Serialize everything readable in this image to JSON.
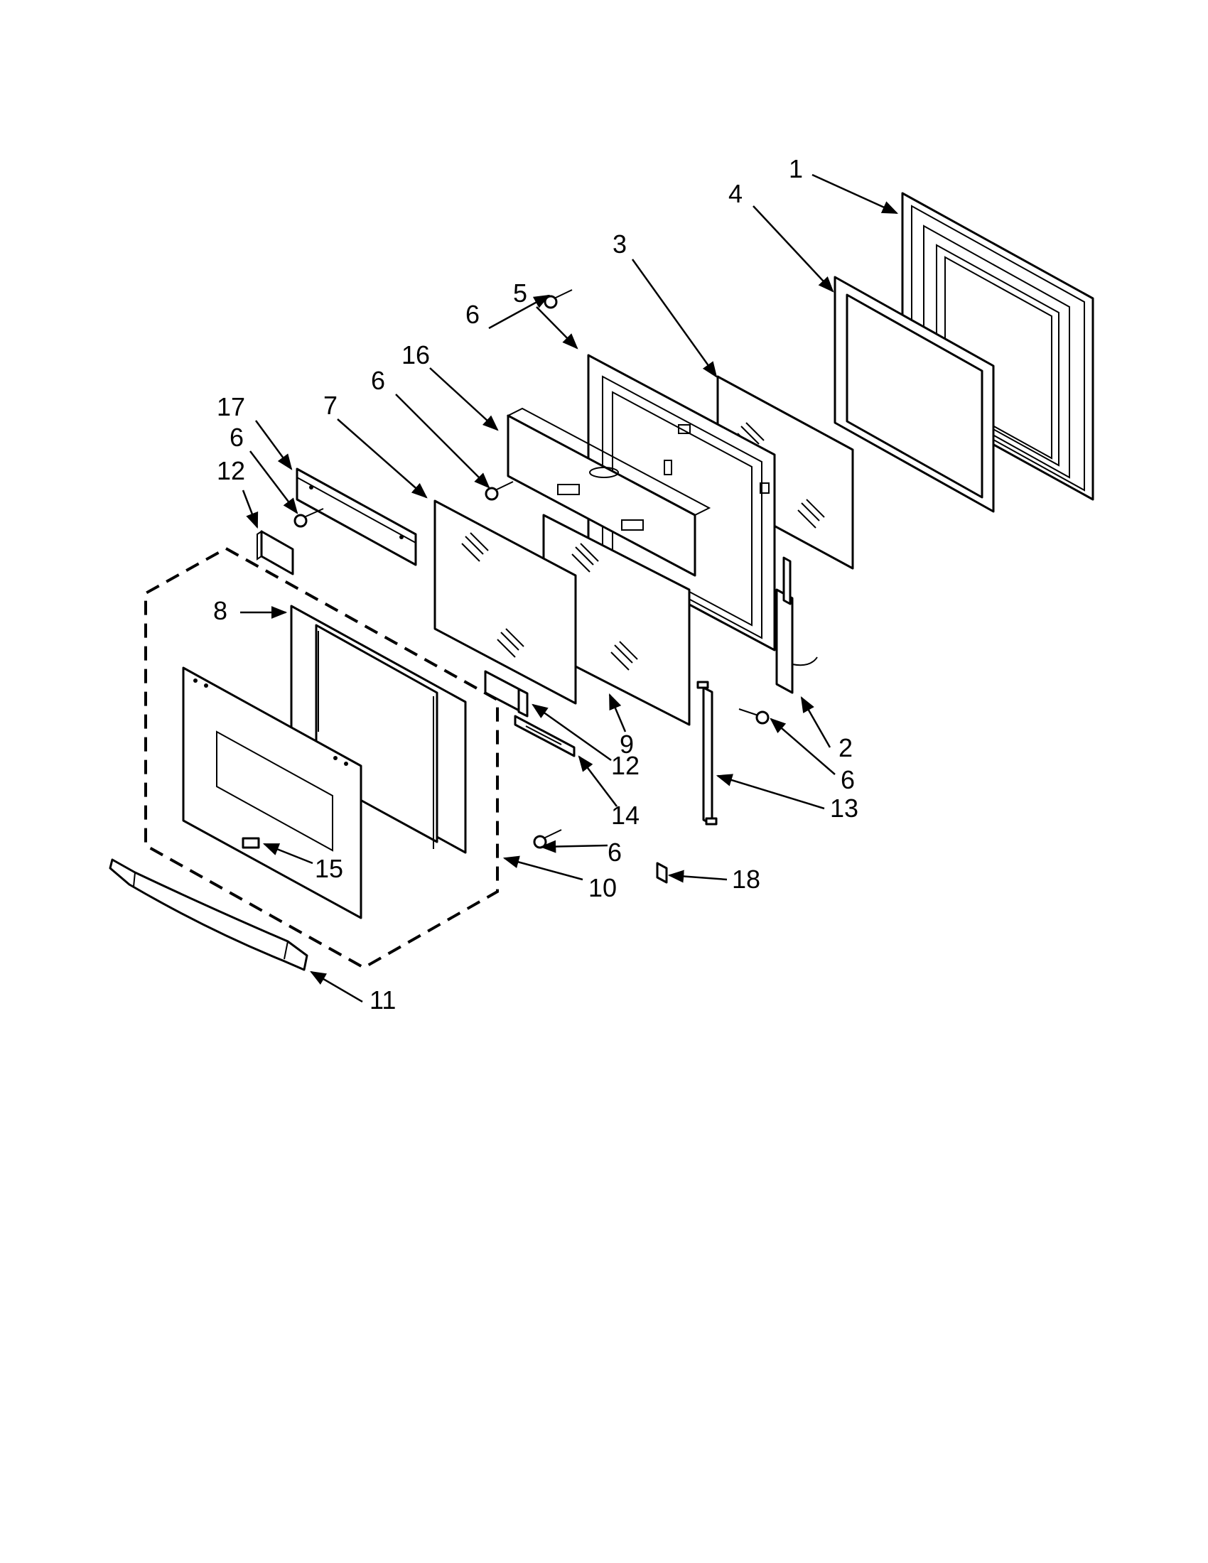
{
  "diagram": {
    "title": "",
    "callouts": [
      {
        "id": "c1",
        "label": "1"
      },
      {
        "id": "c4",
        "label": "4"
      },
      {
        "id": "c3",
        "label": "3"
      },
      {
        "id": "c5",
        "label": "5"
      },
      {
        "id": "c6a",
        "label": "6"
      },
      {
        "id": "c16",
        "label": "16"
      },
      {
        "id": "c6b",
        "label": "6"
      },
      {
        "id": "c7",
        "label": "7"
      },
      {
        "id": "c17",
        "label": "17"
      },
      {
        "id": "c6c",
        "label": "6"
      },
      {
        "id": "c12a",
        "label": "12"
      },
      {
        "id": "c8",
        "label": "8"
      },
      {
        "id": "c2",
        "label": "2"
      },
      {
        "id": "c6d",
        "label": "6"
      },
      {
        "id": "c13",
        "label": "13"
      },
      {
        "id": "c9",
        "label": "9"
      },
      {
        "id": "c12b",
        "label": "12"
      },
      {
        "id": "c14",
        "label": "14"
      },
      {
        "id": "c6e",
        "label": "6"
      },
      {
        "id": "c15",
        "label": "15"
      },
      {
        "id": "c10",
        "label": "10"
      },
      {
        "id": "c18",
        "label": "18"
      },
      {
        "id": "c11",
        "label": "11"
      }
    ]
  }
}
